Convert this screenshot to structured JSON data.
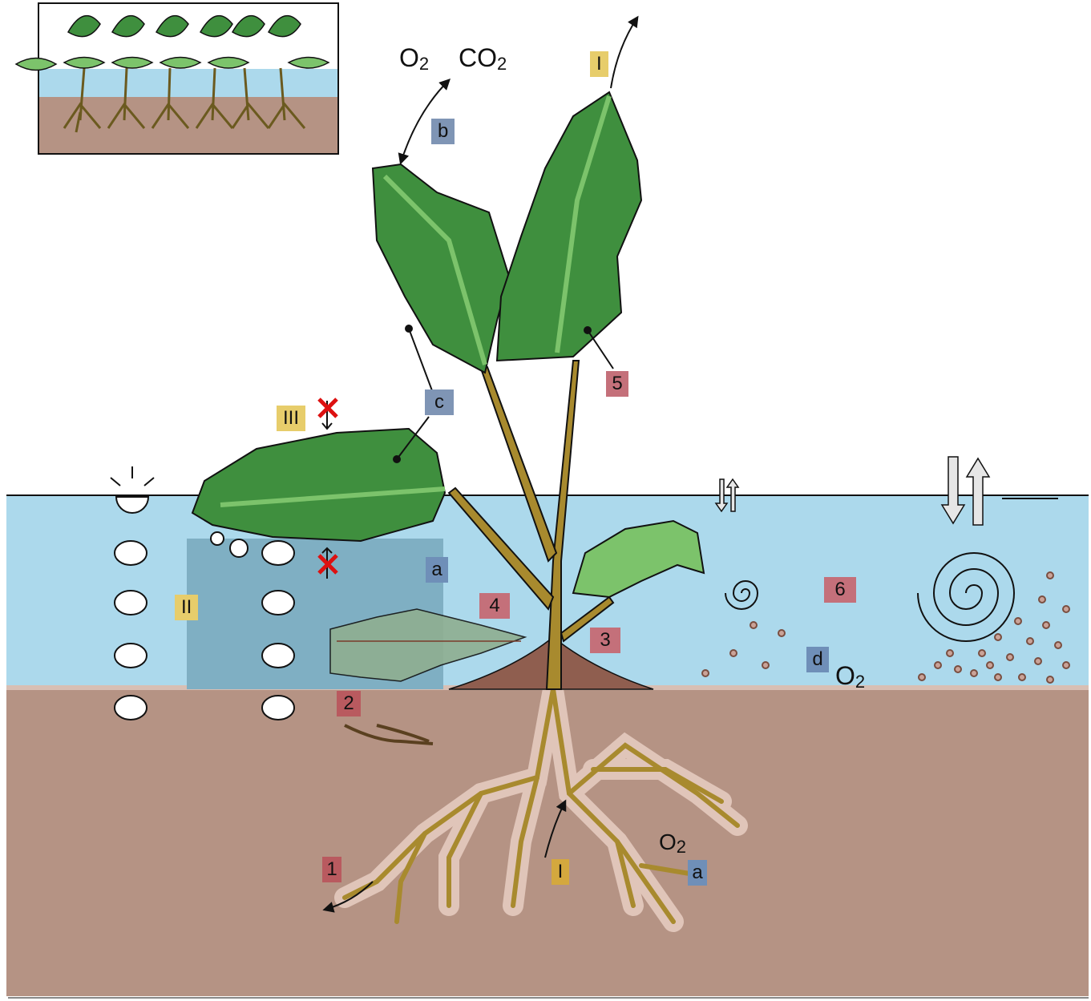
{
  "colors": {
    "water": "#acd9ec",
    "sediment": "#b59384",
    "stem": "#a88a2e",
    "leaf": "#3f8f3e",
    "leaf_light": "#7cc36b",
    "yellow_label": "#e7cd6b",
    "blue_label": "#7f95b5",
    "red_label": "#c4707a"
  },
  "labels": {
    "I_top": "I",
    "I_root": "I",
    "II": "II",
    "III": "III",
    "a_water": "a",
    "a_root": "a",
    "b": "b",
    "c": "c",
    "d": "d",
    "n1": "1",
    "n2": "2",
    "n3": "3",
    "n4": "4",
    "n5": "5",
    "n6": "6"
  },
  "gases": {
    "o2_top": {
      "base": "O",
      "sub": "2"
    },
    "co2_top": {
      "base": "CO",
      "sub": "2"
    },
    "o2_water": {
      "base": "O",
      "sub": "2"
    },
    "o2_root": {
      "base": "O",
      "sub": "2"
    }
  }
}
